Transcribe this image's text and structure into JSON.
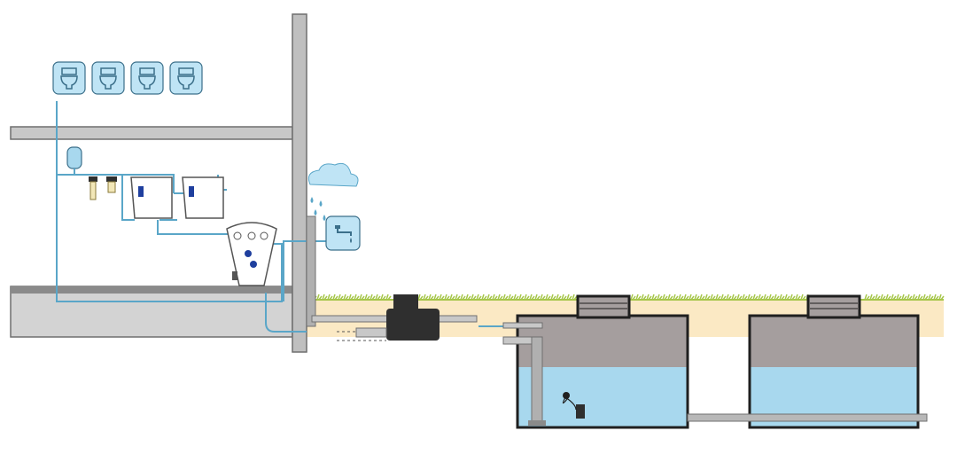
{
  "diagram": {
    "kind": "rainwater-harvesting-system",
    "components": {
      "toilets": {
        "count": 4,
        "icon": "toilet-icon"
      },
      "tap": {
        "icon": "outdoor-tap-icon"
      },
      "cloud": {
        "icon": "rain-cloud-icon"
      },
      "tanks": {
        "count": 2
      }
    },
    "colors": {
      "wall": "#bfbfbf",
      "wall_stroke": "#6f6f6f",
      "floor": "#c8c8c8",
      "soil": "#fbe9c4",
      "grass": "#a6c64a",
      "tank_air": "#a59e9e",
      "tank_water": "#a8d8ee",
      "tank_stroke": "#1f1f1f",
      "pipe_blue": "#5aa6c8",
      "pipe_grey": "#b0b0b0",
      "icon_bg": "#bfe4f5",
      "icon_stroke": "#3b6f8a",
      "cloud": "#bfe4f5",
      "drop": "#5aa6c8",
      "filter": "#2f2f2f",
      "pump_blue": "#1f3f9e"
    }
  }
}
